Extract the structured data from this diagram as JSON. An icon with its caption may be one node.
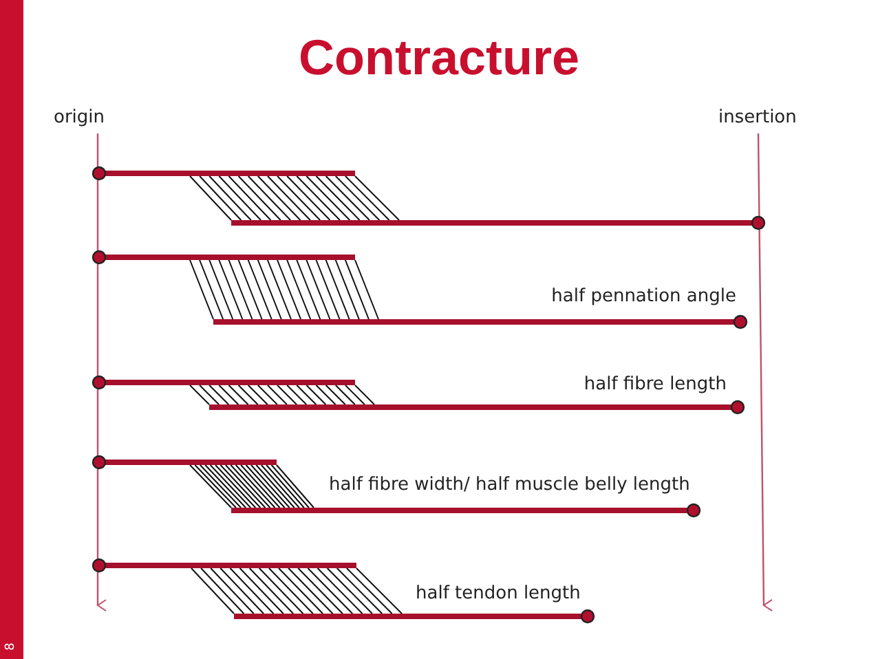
{
  "diagram": {
    "title": "Contracture",
    "labels": [
      "origin",
      "insertion",
      "half pennation angle",
      "half fibre length",
      "half fibre width/ half muscle belly length",
      "half tendon length",
      "8"
    ]
  }
}
